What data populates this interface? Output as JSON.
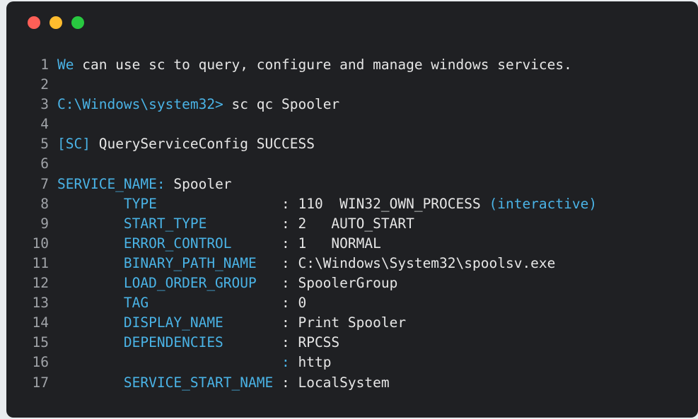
{
  "window": {
    "controls": [
      "close-dot",
      "minimize-dot",
      "maximize-dot"
    ],
    "colors": {
      "background": "#1f2023",
      "close": "#ff5f57",
      "minimize": "#febc2e",
      "maximize": "#28c840",
      "accent": "#4ab3e6",
      "text": "#e6e6e6",
      "line_number": "#a0a3a8"
    }
  },
  "lines": [
    {
      "n": "1",
      "segs": [
        {
          "t": "We",
          "c": "blue"
        },
        {
          "t": " can use sc to query, configure and manage windows services.",
          "c": "white"
        }
      ]
    },
    {
      "n": "2",
      "segs": []
    },
    {
      "n": "3",
      "segs": [
        {
          "t": "C:\\Windows\\system32>",
          "c": "blue"
        },
        {
          "t": " sc qc Spooler",
          "c": "white"
        }
      ]
    },
    {
      "n": "4",
      "segs": []
    },
    {
      "n": "5",
      "segs": [
        {
          "t": "[SC]",
          "c": "blue"
        },
        {
          "t": " QueryServiceConfig SUCCESS",
          "c": "white"
        }
      ]
    },
    {
      "n": "6",
      "segs": []
    },
    {
      "n": "7",
      "segs": [
        {
          "t": "SERVICE_NAME:",
          "c": "blue"
        },
        {
          "t": " Spooler",
          "c": "white"
        }
      ]
    },
    {
      "n": "8",
      "segs": [
        {
          "t": "        TYPE               ",
          "c": "blue"
        },
        {
          "t": ": 110  WIN32_OWN_PROCESS ",
          "c": "white"
        },
        {
          "t": "(interactive)",
          "c": "blue"
        }
      ]
    },
    {
      "n": "9",
      "segs": [
        {
          "t": "        START_TYPE         ",
          "c": "blue"
        },
        {
          "t": ": 2   AUTO_START",
          "c": "white"
        }
      ]
    },
    {
      "n": "10",
      "segs": [
        {
          "t": "        ERROR_CONTROL      ",
          "c": "blue"
        },
        {
          "t": ": 1   NORMAL",
          "c": "white"
        }
      ]
    },
    {
      "n": "11",
      "segs": [
        {
          "t": "        BINARY_PATH_NAME   ",
          "c": "blue"
        },
        {
          "t": ": C:\\Windows\\System32\\spoolsv.exe",
          "c": "white"
        }
      ]
    },
    {
      "n": "12",
      "segs": [
        {
          "t": "        LOAD_ORDER_GROUP   ",
          "c": "blue"
        },
        {
          "t": ": SpoolerGroup",
          "c": "white"
        }
      ]
    },
    {
      "n": "13",
      "segs": [
        {
          "t": "        TAG                ",
          "c": "blue"
        },
        {
          "t": ": 0",
          "c": "white"
        }
      ]
    },
    {
      "n": "14",
      "segs": [
        {
          "t": "        DISPLAY_NAME       ",
          "c": "blue"
        },
        {
          "t": ": Print Spooler",
          "c": "white"
        }
      ]
    },
    {
      "n": "15",
      "segs": [
        {
          "t": "        DEPENDENCIES       ",
          "c": "blue"
        },
        {
          "t": ": RPCSS",
          "c": "white"
        }
      ]
    },
    {
      "n": "16",
      "segs": [
        {
          "t": "                           :",
          "c": "blue"
        },
        {
          "t": " http",
          "c": "white"
        }
      ]
    },
    {
      "n": "17",
      "segs": [
        {
          "t": "        SERVICE_START_NAME ",
          "c": "blue"
        },
        {
          "t": ": LocalSystem",
          "c": "white"
        }
      ]
    }
  ]
}
